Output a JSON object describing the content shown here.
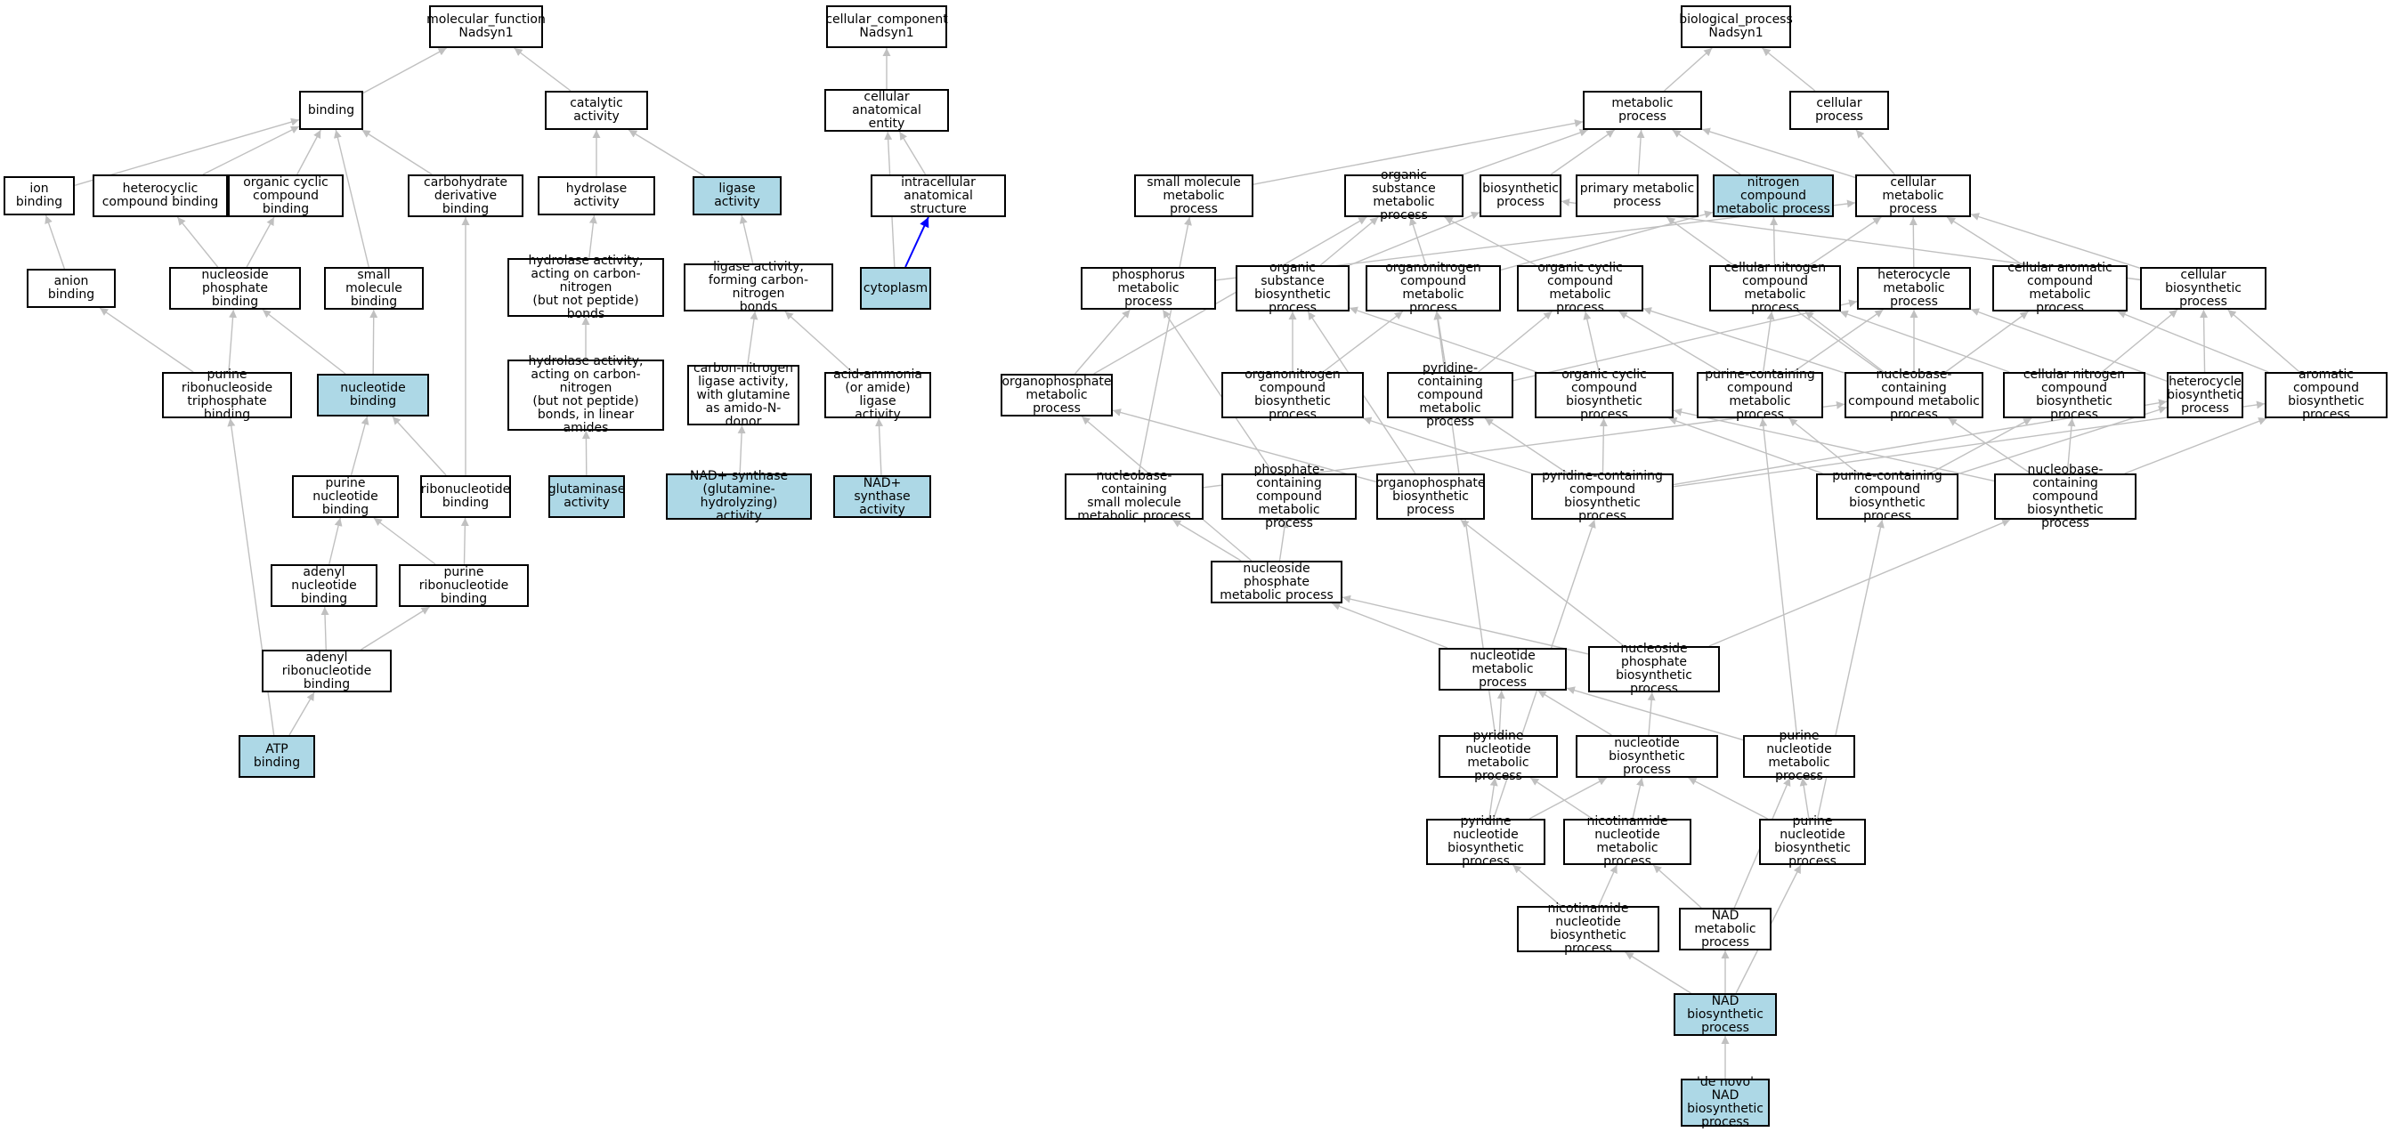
{
  "colors": {
    "highlight": "#add8e6",
    "edge": "#c0c0c0",
    "special_edge": "#0000ff",
    "border": "#000000"
  },
  "nodes": {
    "mf_root": {
      "label": "molecular_function\nNadsyn1",
      "hl": false
    },
    "cc_root": {
      "label": "cellular_component\nNadsyn1",
      "hl": false
    },
    "bp_root": {
      "label": "biological_process\nNadsyn1",
      "hl": false
    },
    "binding": {
      "label": "binding",
      "hl": false
    },
    "catalytic": {
      "label": "catalytic activity",
      "hl": false
    },
    "cae": {
      "label": "cellular anatomical\nentity",
      "hl": false
    },
    "metabolic": {
      "label": "metabolic process",
      "hl": false
    },
    "cellular_proc": {
      "label": "cellular process",
      "hl": false
    },
    "ion_binding": {
      "label": "ion binding",
      "hl": false
    },
    "het_cpd_binding": {
      "label": "heterocyclic\ncompound binding",
      "hl": false
    },
    "org_cyc_binding": {
      "label": "organic cyclic\ncompound binding",
      "hl": false
    },
    "carb_deriv_binding": {
      "label": "carbohydrate\nderivative binding",
      "hl": false
    },
    "hydrolase": {
      "label": "hydrolase activity",
      "hl": false
    },
    "ligase": {
      "label": "ligase activity",
      "hl": true
    },
    "intracell": {
      "label": "intracellular\nanatomical structure",
      "hl": false
    },
    "small_mol_met": {
      "label": "small molecule\nmetabolic process",
      "hl": false
    },
    "org_sub_met": {
      "label": "organic substance\nmetabolic process",
      "hl": false
    },
    "biosynth": {
      "label": "biosynthetic\nprocess",
      "hl": false
    },
    "primary_met": {
      "label": "primary metabolic\nprocess",
      "hl": false
    },
    "nitrogen_met": {
      "label": "nitrogen compound\nmetabolic process",
      "hl": true
    },
    "cell_met": {
      "label": "cellular metabolic\nprocess",
      "hl": false
    },
    "anion_binding": {
      "label": "anion binding",
      "hl": false
    },
    "nuc_phos_binding": {
      "label": "nucleoside phosphate\nbinding",
      "hl": false
    },
    "small_mol_binding": {
      "label": "small molecule\nbinding",
      "hl": false
    },
    "hydrolase_cn": {
      "label": "hydrolase activity,\nacting on carbon-nitrogen\n(but not peptide)\nbonds",
      "hl": false
    },
    "ligase_cn": {
      "label": "ligase activity,\nforming carbon-nitrogen\nbonds",
      "hl": false
    },
    "cytoplasm": {
      "label": "cytoplasm",
      "hl": true
    },
    "phosphorus_met": {
      "label": "phosphorus metabolic\nprocess",
      "hl": false
    },
    "org_sub_bio": {
      "label": "organic substance\nbiosynthetic\nprocess",
      "hl": false
    },
    "organonitrogen_met": {
      "label": "organonitrogen\ncompound metabolic\nprocess",
      "hl": false
    },
    "org_cyc_met": {
      "label": "organic cyclic\ncompound metabolic\nprocess",
      "hl": false
    },
    "cell_nitrogen_met": {
      "label": "cellular nitrogen\ncompound metabolic\nprocess",
      "hl": false
    },
    "heterocycle_met": {
      "label": "heterocycle\nmetabolic process",
      "hl": false
    },
    "cell_arom_met": {
      "label": "cellular aromatic\ncompound metabolic\nprocess",
      "hl": false
    },
    "cell_bio": {
      "label": "cellular biosynthetic\nprocess",
      "hl": false
    },
    "purine_rnt_tp_binding": {
      "label": "purine ribonucleoside\ntriphosphate\nbinding",
      "hl": false
    },
    "nucleotide_binding": {
      "label": "nucleotide binding",
      "hl": true
    },
    "hydrolase_cn_linear": {
      "label": "hydrolase activity,\nacting on carbon-nitrogen\n(but not peptide)\nbonds, in linear\namides",
      "hl": false
    },
    "cn_ligase_gln": {
      "label": "carbon-nitrogen\nligase activity,\nwith glutamine\nas amido-N-donor",
      "hl": false
    },
    "acid_ammonia": {
      "label": "acid-ammonia\n(or amide) ligase\nactivity",
      "hl": false
    },
    "organophosphate_met": {
      "label": "organophosphate\nmetabolic process",
      "hl": false
    },
    "organonitrogen_bio": {
      "label": "organonitrogen\ncompound biosynthetic\nprocess",
      "hl": false
    },
    "pyridine_cont_met": {
      "label": "pyridine-containing\ncompound metabolic\nprocess",
      "hl": false
    },
    "org_cyc_bio": {
      "label": "organic cyclic\ncompound biosynthetic\nprocess",
      "hl": false
    },
    "purine_cont_met": {
      "label": "purine-containing\ncompound metabolic\nprocess",
      "hl": false
    },
    "nucleobase_cont_met": {
      "label": "nucleobase-containing\ncompound metabolic\nprocess",
      "hl": false
    },
    "cell_nitrogen_bio": {
      "label": "cellular nitrogen\ncompound biosynthetic\nprocess",
      "hl": false
    },
    "heterocycle_bio": {
      "label": "heterocycle\nbiosynthetic\nprocess",
      "hl": false
    },
    "arom_bio": {
      "label": "aromatic compound\nbiosynthetic\nprocess",
      "hl": false
    },
    "purine_nt_binding": {
      "label": "purine nucleotide\nbinding",
      "hl": false
    },
    "ribonucleotide_binding": {
      "label": "ribonucleotide\nbinding",
      "hl": false
    },
    "glutaminase": {
      "label": "glutaminase\nactivity",
      "hl": true
    },
    "nad_synthase_gln": {
      "label": "NAD+ synthase\n(glutamine-hydrolyzing)\nactivity",
      "hl": true
    },
    "nad_synthase": {
      "label": "NAD+ synthase\nactivity",
      "hl": true
    },
    "nucleobase_small_met": {
      "label": "nucleobase-containing\nsmall molecule\nmetabolic process",
      "hl": false
    },
    "phosphate_cont_met": {
      "label": "phosphate-containing\ncompound metabolic\nprocess",
      "hl": false
    },
    "organophosphate_bio": {
      "label": "organophosphate\nbiosynthetic\nprocess",
      "hl": false
    },
    "pyridine_cont_bio": {
      "label": "pyridine-containing\ncompound biosynthetic\nprocess",
      "hl": false
    },
    "purine_cont_bio": {
      "label": "purine-containing\ncompound biosynthetic\nprocess",
      "hl": false
    },
    "nucleobase_cont_bio": {
      "label": "nucleobase-containing\ncompound biosynthetic\nprocess",
      "hl": false
    },
    "adenyl_nt_binding": {
      "label": "adenyl nucleotide\nbinding",
      "hl": false
    },
    "purine_rnt_binding": {
      "label": "purine ribonucleotide\nbinding",
      "hl": false
    },
    "nuc_phos_met": {
      "label": "nucleoside phosphate\nmetabolic process",
      "hl": false
    },
    "adenyl_rnt_binding": {
      "label": "adenyl ribonucleotide\nbinding",
      "hl": false
    },
    "nucleotide_met": {
      "label": "nucleotide metabolic\nprocess",
      "hl": false
    },
    "nuc_phos_bio": {
      "label": "nucleoside phosphate\nbiosynthetic\nprocess",
      "hl": false
    },
    "atp_binding": {
      "label": "ATP binding",
      "hl": true
    },
    "pyridine_nt_met": {
      "label": "pyridine nucleotide\nmetabolic process",
      "hl": false
    },
    "nucleotide_bio": {
      "label": "nucleotide biosynthetic\nprocess",
      "hl": false
    },
    "purine_nt_met": {
      "label": "purine nucleotide\nmetabolic process",
      "hl": false
    },
    "pyridine_nt_bio": {
      "label": "pyridine nucleotide\nbiosynthetic\nprocess",
      "hl": false
    },
    "nicotinamide_nt_met": {
      "label": "nicotinamide\nnucleotide metabolic\nprocess",
      "hl": false
    },
    "purine_nt_bio": {
      "label": "purine nucleotide\nbiosynthetic\nprocess",
      "hl": false
    },
    "nicotinamide_nt_bio": {
      "label": "nicotinamide\nnucleotide biosynthetic\nprocess",
      "hl": false
    },
    "nad_met": {
      "label": "NAD metabolic\nprocess",
      "hl": false
    },
    "nad_bio": {
      "label": "NAD biosynthetic\nprocess",
      "hl": true
    },
    "denovo_nad_bio": {
      "label": "'de novo' NAD\nbiosynthetic\nprocess",
      "hl": true
    }
  },
  "edges": [
    [
      "binding",
      "mf_root"
    ],
    [
      "catalytic",
      "mf_root"
    ],
    [
      "cae",
      "cc_root"
    ],
    [
      "metabolic",
      "bp_root"
    ],
    [
      "cellular_proc",
      "bp_root"
    ],
    [
      "ion_binding",
      "binding"
    ],
    [
      "het_cpd_binding",
      "binding"
    ],
    [
      "org_cyc_binding",
      "binding"
    ],
    [
      "carb_deriv_binding",
      "binding"
    ],
    [
      "small_mol_binding",
      "binding"
    ],
    [
      "hydrolase",
      "catalytic"
    ],
    [
      "ligase",
      "catalytic"
    ],
    [
      "intracell",
      "cae"
    ],
    [
      "cytoplasm",
      "cae"
    ],
    [
      "cytoplasm",
      "intracell",
      "special"
    ],
    [
      "small_mol_met",
      "metabolic"
    ],
    [
      "org_sub_met",
      "metabolic"
    ],
    [
      "biosynth",
      "metabolic"
    ],
    [
      "primary_met",
      "metabolic"
    ],
    [
      "nitrogen_met",
      "metabolic"
    ],
    [
      "cell_met",
      "metabolic"
    ],
    [
      "cell_met",
      "cellular_proc"
    ],
    [
      "anion_binding",
      "ion_binding"
    ],
    [
      "nuc_phos_binding",
      "het_cpd_binding"
    ],
    [
      "nuc_phos_binding",
      "org_cyc_binding"
    ],
    [
      "hydrolase_cn",
      "hydrolase"
    ],
    [
      "ligase_cn",
      "ligase"
    ],
    [
      "hydrolase_cn_linear",
      "hydrolase_cn"
    ],
    [
      "glutaminase",
      "hydrolase_cn_linear"
    ],
    [
      "cn_ligase_gln",
      "ligase_cn"
    ],
    [
      "acid_ammonia",
      "ligase_cn"
    ],
    [
      "nad_synthase_gln",
      "cn_ligase_gln"
    ],
    [
      "nad_synthase",
      "acid_ammonia"
    ],
    [
      "purine_rnt_tp_binding",
      "anion_binding"
    ],
    [
      "purine_rnt_tp_binding",
      "nuc_phos_binding"
    ],
    [
      "nucleotide_binding",
      "nuc_phos_binding"
    ],
    [
      "nucleotide_binding",
      "small_mol_binding"
    ],
    [
      "purine_nt_binding",
      "nucleotide_binding"
    ],
    [
      "ribonucleotide_binding",
      "nucleotide_binding"
    ],
    [
      "ribonucleotide_binding",
      "carb_deriv_binding"
    ],
    [
      "adenyl_nt_binding",
      "purine_nt_binding"
    ],
    [
      "purine_rnt_binding",
      "purine_nt_binding"
    ],
    [
      "purine_rnt_binding",
      "ribonucleotide_binding"
    ],
    [
      "adenyl_rnt_binding",
      "adenyl_nt_binding"
    ],
    [
      "adenyl_rnt_binding",
      "purine_rnt_binding"
    ],
    [
      "atp_binding",
      "adenyl_rnt_binding"
    ],
    [
      "atp_binding",
      "purine_rnt_tp_binding"
    ],
    [
      "phosphorus_met",
      "cell_met"
    ],
    [
      "org_sub_bio",
      "org_sub_met"
    ],
    [
      "org_sub_bio",
      "biosynth"
    ],
    [
      "organonitrogen_met",
      "org_sub_met"
    ],
    [
      "organonitrogen_met",
      "nitrogen_met"
    ],
    [
      "org_cyc_met",
      "org_sub_met"
    ],
    [
      "cell_nitrogen_met",
      "nitrogen_met"
    ],
    [
      "cell_nitrogen_met",
      "cell_met"
    ],
    [
      "heterocycle_met",
      "cell_met"
    ],
    [
      "cell_arom_met",
      "cell_met"
    ],
    [
      "cell_bio",
      "biosynth"
    ],
    [
      "cell_bio",
      "cell_met"
    ],
    [
      "organophosphate_met",
      "phosphorus_met"
    ],
    [
      "organophosphate_met",
      "org_sub_met"
    ],
    [
      "organonitrogen_bio",
      "org_sub_bio"
    ],
    [
      "organonitrogen_bio",
      "organonitrogen_met"
    ],
    [
      "pyridine_cont_met",
      "org_cyc_met"
    ],
    [
      "pyridine_cont_met",
      "heterocycle_met"
    ],
    [
      "pyridine_cont_met",
      "organonitrogen_met"
    ],
    [
      "org_cyc_bio",
      "org_sub_bio"
    ],
    [
      "org_cyc_bio",
      "org_cyc_met"
    ],
    [
      "purine_cont_met",
      "org_cyc_met"
    ],
    [
      "purine_cont_met",
      "heterocycle_met"
    ],
    [
      "purine_cont_met",
      "cell_nitrogen_met"
    ],
    [
      "nucleobase_cont_met",
      "cell_arom_met"
    ],
    [
      "nucleobase_cont_met",
      "heterocycle_met"
    ],
    [
      "nucleobase_cont_met",
      "org_cyc_met"
    ],
    [
      "nucleobase_cont_met",
      "cell_nitrogen_met"
    ],
    [
      "nucleobase_cont_met",
      "primary_met"
    ],
    [
      "cell_nitrogen_bio",
      "cell_nitrogen_met"
    ],
    [
      "cell_nitrogen_bio",
      "cell_bio"
    ],
    [
      "heterocycle_bio",
      "heterocycle_met"
    ],
    [
      "heterocycle_bio",
      "cell_bio"
    ],
    [
      "arom_bio",
      "cell_arom_met"
    ],
    [
      "arom_bio",
      "cell_bio"
    ],
    [
      "nucleobase_small_met",
      "small_mol_met"
    ],
    [
      "nucleobase_small_met",
      "nucleobase_cont_met"
    ],
    [
      "phosphate_cont_met",
      "phosphorus_met"
    ],
    [
      "organophosphate_bio",
      "org_sub_bio"
    ],
    [
      "organophosphate_bio",
      "organophosphate_met"
    ],
    [
      "pyridine_cont_bio",
      "pyridine_cont_met"
    ],
    [
      "pyridine_cont_bio",
      "org_cyc_bio"
    ],
    [
      "pyridine_cont_bio",
      "heterocycle_bio"
    ],
    [
      "pyridine_cont_bio",
      "arom_bio"
    ],
    [
      "pyridine_cont_bio",
      "organonitrogen_bio"
    ],
    [
      "purine_cont_bio",
      "purine_cont_met"
    ],
    [
      "purine_cont_bio",
      "org_cyc_bio"
    ],
    [
      "purine_cont_bio",
      "heterocycle_bio"
    ],
    [
      "purine_cont_bio",
      "cell_nitrogen_bio"
    ],
    [
      "nucleobase_cont_bio",
      "nucleobase_cont_met"
    ],
    [
      "nucleobase_cont_bio",
      "cell_nitrogen_bio"
    ],
    [
      "nucleobase_cont_bio",
      "arom_bio"
    ],
    [
      "nucleobase_cont_bio",
      "org_cyc_bio"
    ],
    [
      "nuc_phos_met",
      "nucleobase_small_met"
    ],
    [
      "nuc_phos_met",
      "phosphate_cont_met"
    ],
    [
      "nuc_phos_met",
      "organophosphate_met"
    ],
    [
      "nucleotide_met",
      "nuc_phos_met"
    ],
    [
      "nuc_phos_bio",
      "nuc_phos_met"
    ],
    [
      "nuc_phos_bio",
      "organophosphate_bio"
    ],
    [
      "nuc_phos_bio",
      "nucleobase_cont_bio"
    ],
    [
      "pyridine_nt_met",
      "nucleotide_met"
    ],
    [
      "pyridine_nt_met",
      "organonitrogen_met"
    ],
    [
      "nucleotide_bio",
      "nucleotide_met"
    ],
    [
      "nucleotide_bio",
      "nuc_phos_bio"
    ],
    [
      "purine_nt_met",
      "nucleotide_met"
    ],
    [
      "purine_nt_met",
      "purine_cont_met"
    ],
    [
      "pyridine_nt_bio",
      "pyridine_nt_met"
    ],
    [
      "pyridine_nt_bio",
      "nucleotide_bio"
    ],
    [
      "pyridine_nt_bio",
      "pyridine_cont_bio"
    ],
    [
      "nicotinamide_nt_met",
      "pyridine_nt_met"
    ],
    [
      "nicotinamide_nt_met",
      "nucleotide_bio"
    ],
    [
      "purine_nt_bio",
      "purine_nt_met"
    ],
    [
      "purine_nt_bio",
      "nucleotide_bio"
    ],
    [
      "purine_nt_bio",
      "purine_cont_bio"
    ],
    [
      "nicotinamide_nt_bio",
      "pyridine_nt_bio"
    ],
    [
      "nicotinamide_nt_bio",
      "nicotinamide_nt_met"
    ],
    [
      "nad_met",
      "nicotinamide_nt_met"
    ],
    [
      "nad_met",
      "purine_nt_met"
    ],
    [
      "nad_bio",
      "nicotinamide_nt_bio"
    ],
    [
      "nad_bio",
      "nad_met"
    ],
    [
      "nad_bio",
      "purine_nt_bio"
    ],
    [
      "denovo_nad_bio",
      "nad_bio"
    ]
  ]
}
